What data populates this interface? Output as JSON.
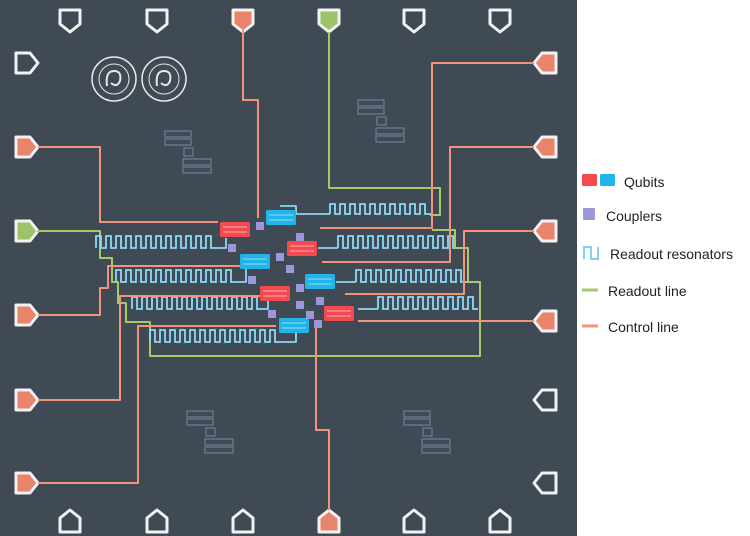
{
  "legend": [
    {
      "key": "qubits",
      "label": "Qubits",
      "colors": [
        "#f24a4f",
        "#20b4e8"
      ],
      "icon": "two-rectangles-icon"
    },
    {
      "key": "couplers",
      "label": "Couplers",
      "colors": [
        "#9b97d8"
      ],
      "icon": "square-icon"
    },
    {
      "key": "readout-resonators",
      "label": "Readout resonators",
      "colors": [
        "#7fd3f2"
      ],
      "icon": "meander-icon"
    },
    {
      "key": "readout-line",
      "label": "Readout line",
      "colors": [
        "#a8c96a"
      ],
      "icon": "line-icon"
    },
    {
      "key": "control-line",
      "label": "Control line",
      "colors": [
        "#f19479"
      ],
      "icon": "line-icon"
    }
  ],
  "colors": {
    "chip": "#3f4a55",
    "chip_dark": "#38424c",
    "pad_outline": "#f2f2f2",
    "pad_control": "#e9846c",
    "pad_readout": "#9cc36a",
    "qubit_red": "#f24a4f",
    "qubit_blue": "#20b4e8",
    "coupler": "#9b97d8",
    "resonator": "#8fd8f6",
    "readout_line": "#a8c96a",
    "control_line": "#f19479",
    "marker": "#6d8196",
    "logo": "#e8e8e8"
  },
  "icons": [
    "university-seal-icon",
    "university-seal-icon"
  ]
}
